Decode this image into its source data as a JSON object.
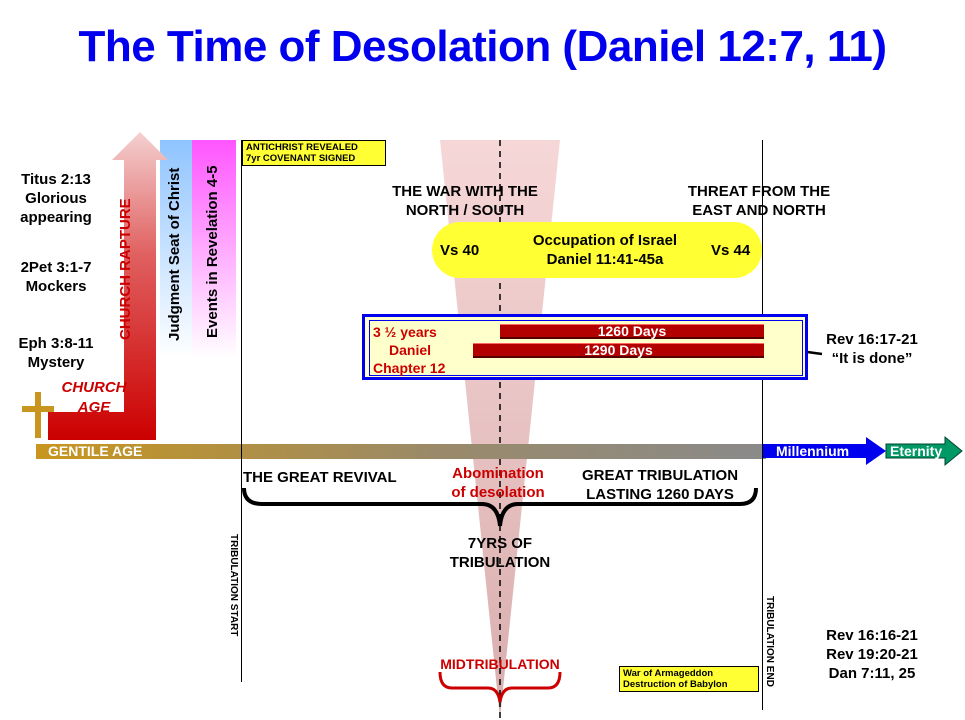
{
  "title": "The Time of Desolation (Daniel 12:7, 11)",
  "left_refs": [
    {
      "line1": "Titus 2:13",
      "line2": "Glorious",
      "line3": "appearing"
    },
    {
      "line1": "2Pet 3:1-7",
      "line2": "Mockers"
    },
    {
      "line1": "Eph 3:8-11",
      "line2": "Mystery"
    }
  ],
  "columns": {
    "rapture": "CHURCH RAPTURE",
    "judgment": "Judgment Seat of Christ",
    "events": "Events in Revelation 4-5"
  },
  "church_age": {
    "line1": "CHURCH",
    "line2": "AGE"
  },
  "antichrist_box": {
    "line1": "ANTICHRIST REVEALED",
    "line2": "7yr COVENANT SIGNED"
  },
  "war_north_south": {
    "line1": "THE WAR WITH THE",
    "line2": "NORTH / SOUTH"
  },
  "threat_east_north": {
    "line1": "THREAT FROM THE",
    "line2": "EAST AND NORTH"
  },
  "occupation": {
    "left": "Vs 40",
    "line1": "Occupation of Israel",
    "line2": "Daniel 11:41-45a",
    "right": "Vs 44"
  },
  "daniel_box": {
    "line1": "3 ½ years",
    "line2": "Daniel",
    "line3": "Chapter 12",
    "bar1": "1260 Days",
    "bar2": "1290 Days"
  },
  "rev_16_17": {
    "line1": "Rev 16:17-21",
    "line2": "“It is done”"
  },
  "timeline": {
    "gentile": "GENTILE AGE",
    "millennium": "Millennium",
    "eternity": "Eternity"
  },
  "great_revival": "THE GREAT REVIVAL",
  "abomination": {
    "line1": "Abomination",
    "line2": "of desolation"
  },
  "great_tribulation": {
    "line1": "GREAT TRIBULATION",
    "line2": "LASTING 1260 DAYS"
  },
  "seven_years": {
    "line1": "7YRS OF",
    "line2": "TRIBULATION"
  },
  "trib_start": "TRIBULATION START",
  "trib_end": "TRIBULATION END",
  "midtribulation": "MIDTRIBULATION",
  "armageddon_box": {
    "line1": "War of Armageddon",
    "line2": "Destruction of Babylon"
  },
  "bottom_refs": [
    "Rev 16:16-21",
    "Rev 19:20-21",
    "Dan 7:11, 25"
  ],
  "colors": {
    "title": "#0000ee",
    "red": "#cc0000",
    "yellow": "#ffff33",
    "blue": "#0000ee",
    "teal": "#009966",
    "gold": "#c8961e"
  }
}
